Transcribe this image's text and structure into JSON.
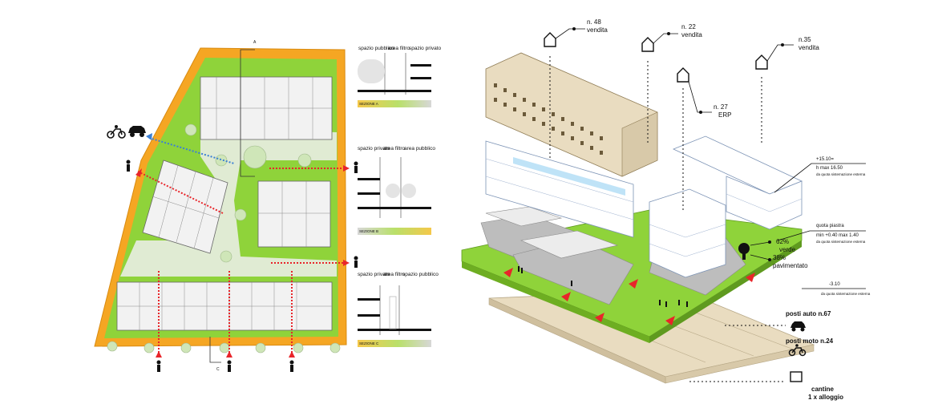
{
  "site_plan": {
    "markers": {
      "top": "A",
      "bottom": "C"
    }
  },
  "sections": [
    {
      "label": "SEZIONE A",
      "columns": [
        "spazio pubblico",
        "area filtro",
        "spazio privato"
      ]
    },
    {
      "label": "SEZIONE B",
      "columns": [
        "spazio privato",
        "area filtro",
        "area pubblico"
      ]
    },
    {
      "label": "SEZIONE C",
      "columns": [
        "spazio privato",
        "area filtro",
        "spazio pubblico"
      ]
    }
  ],
  "axonometric": {
    "buildings": [
      {
        "count": "n. 48",
        "use": "vendita"
      },
      {
        "count": "n. 22",
        "use": "vendita"
      },
      {
        "count": "n. 27",
        "use": "ERP"
      },
      {
        "count": "n.35",
        "use": "vendita"
      }
    ],
    "heights": {
      "top_level": "+15.10=",
      "top_hmax": "h max 16.50",
      "top_ref": "da quota sistemazione esterna",
      "podium_title": "quota piastra",
      "podium_range": "min +0.40 max 1.40",
      "podium_ref": "da quota sistemazione esterna",
      "basement_level": "-3.10",
      "basement_ref": "da quota sistemazione esterna"
    },
    "ground": {
      "green_pct": "62%",
      "green_label": "verde",
      "paved_pct": "38%",
      "paved_label": "pavimentato"
    },
    "parking": {
      "cars": "posti auto n.67",
      "bikes": "posti moto n.24"
    },
    "cellars": {
      "line1": "cantine",
      "line2": "1 x alloggio"
    }
  },
  "colors": {
    "green": "#8fd33a",
    "orange": "#f5a623",
    "red": "#e8252a",
    "blue": "#3a7fd5",
    "beige": "#e9dcc0",
    "grey": "#c9c9c9"
  }
}
